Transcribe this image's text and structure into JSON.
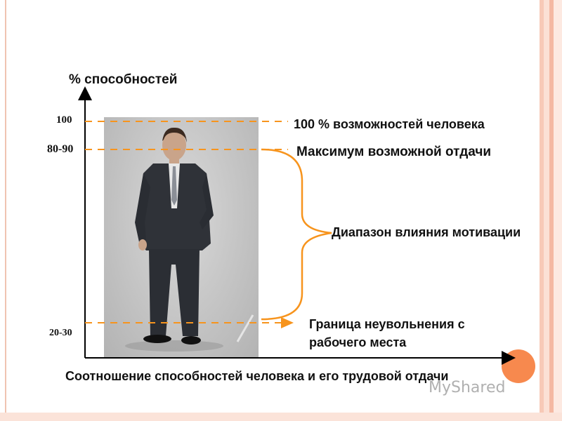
{
  "y_axis_label": "% способностей",
  "x_axis_label": "Соотношение способностей человека и его трудовой отдачи",
  "ticks": {
    "t100": "100",
    "t80_90": "80-90",
    "t20_30": "20-30"
  },
  "annotations": {
    "full_capacity": "100 % возможностей человека",
    "max_output": "Максимум возможной отдачи",
    "motivation_range": "Диапазон влияния мотивации",
    "no_dismissal_line1": "Граница неувольнения с",
    "no_dismissal_line2": "рабочего места"
  },
  "watermark": "MyShared",
  "colors": {
    "accent": "#f7941d",
    "axis": "#000000",
    "stripe": "#f4b8a2"
  },
  "icons": {
    "photo": "man-in-suit-photo"
  }
}
